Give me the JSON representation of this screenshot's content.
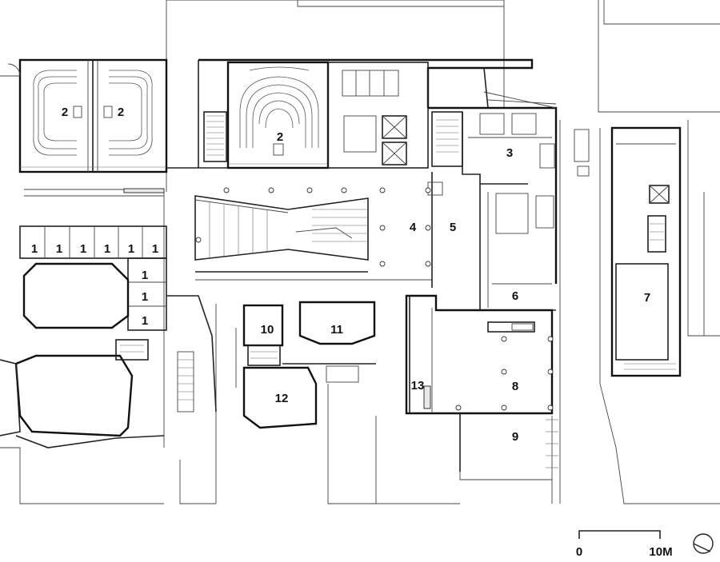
{
  "room_labels": [
    "1",
    "2",
    "3",
    "4",
    "5",
    "6",
    "7",
    "8",
    "9",
    "10",
    "11",
    "12",
    "13"
  ],
  "scale_bar": {
    "start_label": "0",
    "end_label": "10M"
  },
  "icons": {
    "north_arrow": "north-arrow-icon"
  }
}
